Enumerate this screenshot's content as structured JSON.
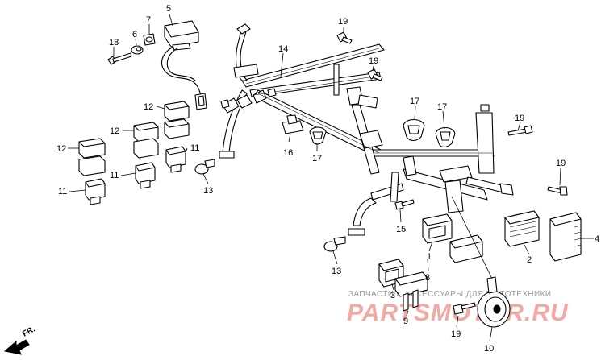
{
  "diagram": {
    "callouts": {
      "c1": "1",
      "c2": "2",
      "c3": "3",
      "c4": "4",
      "c5": "5",
      "c6": "6",
      "c7": "7",
      "c8": "8",
      "c9": "9",
      "c10": "10",
      "c11a": "11",
      "c11b": "11",
      "c11c": "11",
      "c12a": "12",
      "c12b": "12",
      "c12c": "12",
      "c13a": "13",
      "c13b": "13",
      "c14": "14",
      "c15": "15",
      "c16": "16",
      "c17a": "17",
      "c17b": "17",
      "c17c": "17",
      "c18": "18",
      "c19a": "19",
      "c19b": "19",
      "c19c": "19",
      "c19d": "19",
      "c19e": "19"
    },
    "direction_marker": "FR.",
    "watermark": {
      "line1": "ЗАПЧАСТИ И АКСЕССУАРЫ ДЛЯ МОТОТЕХНИКИ",
      "brand": "PARTSMOTOR.RU"
    }
  }
}
